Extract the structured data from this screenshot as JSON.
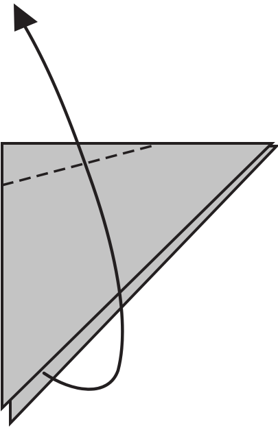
{
  "diagram": {
    "kind": "origami-fold-step",
    "colors": {
      "paper_fill": "#c4c4c4",
      "outline": "#231f20",
      "background": "#ffffff"
    },
    "elements": [
      "back-layer-triangle",
      "front-layer-triangle",
      "valley-fold-line-dashed",
      "fold-direction-arrow"
    ]
  }
}
